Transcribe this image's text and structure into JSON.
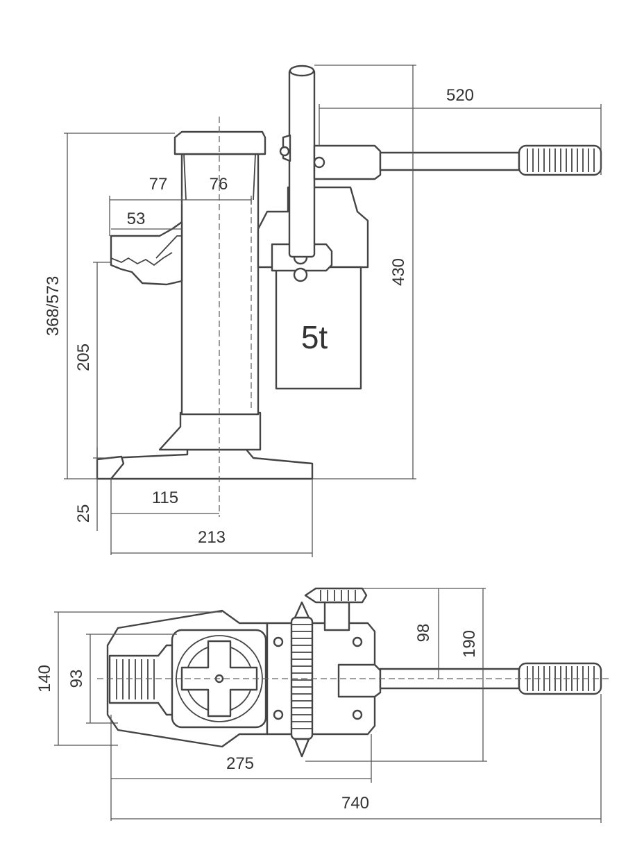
{
  "dimensions": {
    "side": {
      "handle_length": "520",
      "height_range": "368/573",
      "total_height": "430",
      "toe_offset_77": "77",
      "head_width": "76",
      "toe_length": "53",
      "toe_height": "205",
      "toe_min": "25",
      "toe_to_center": "115",
      "base_length": "213"
    },
    "top": {
      "head_width_140": "140",
      "toe_width": "93",
      "pump_offset": "98",
      "overall_width": "190",
      "body_length": "275",
      "overall_length": "740"
    }
  },
  "capacity_label": "5t"
}
